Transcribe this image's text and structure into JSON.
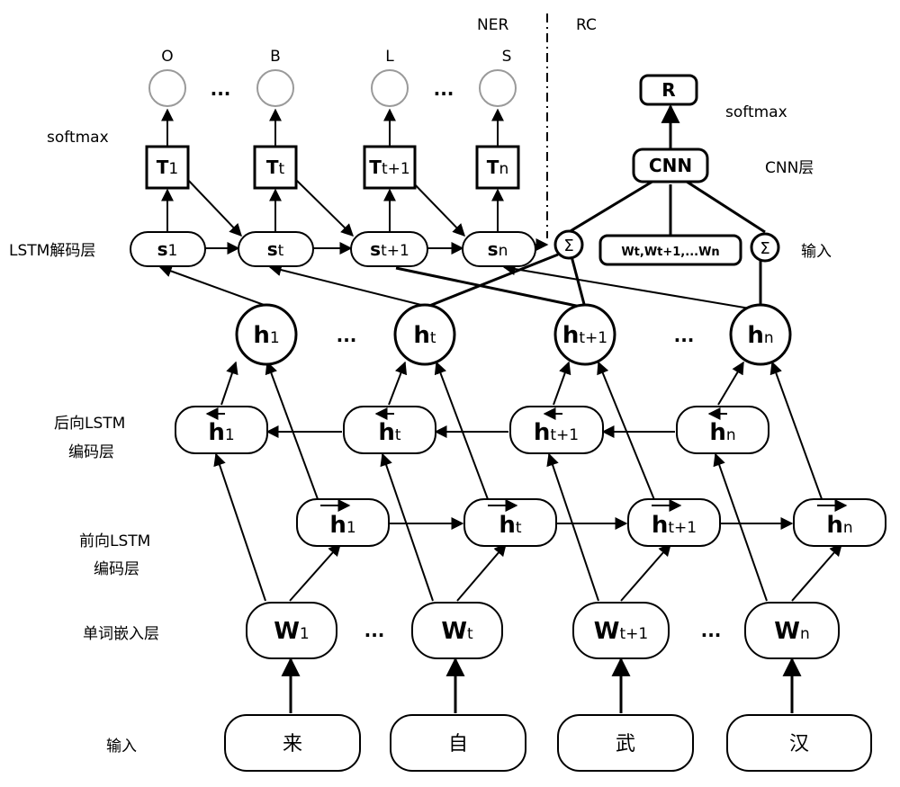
{
  "sections": {
    "left": "NER",
    "right": "RC"
  },
  "labels": {
    "softmax_left": "softmax",
    "softmax_right": "softmax",
    "cnn_layer": "CNN层",
    "lstm_decoder": "LSTM解码层",
    "rc_input": "输入",
    "backward_line1": "后向LSTM",
    "backward_line2": "编码层",
    "forward_line1": "前向LSTM",
    "forward_line2": "编码层",
    "embedding": "单词嵌入层",
    "input": "输入"
  },
  "tags": [
    "O",
    "B",
    "L",
    "S"
  ],
  "ellipsis": "...",
  "T_nodes": [
    {
      "main": "T",
      "sub": "1"
    },
    {
      "main": "T",
      "sub": "t"
    },
    {
      "main": "T",
      "sub": "t+1"
    },
    {
      "main": "T",
      "sub": "n"
    }
  ],
  "S_nodes": [
    {
      "main": "s",
      "sub": "1"
    },
    {
      "main": "s",
      "sub": "t"
    },
    {
      "main": "s",
      "sub": "t+1"
    },
    {
      "main": "s",
      "sub": "n"
    }
  ],
  "h_nodes": [
    {
      "main": "h",
      "sub": "1"
    },
    {
      "main": "h",
      "sub": "t"
    },
    {
      "main": "h",
      "sub": "t+1"
    },
    {
      "main": "h",
      "sub": "n"
    }
  ],
  "back_nodes": [
    {
      "main": "h",
      "sub": "1"
    },
    {
      "main": "h",
      "sub": "t"
    },
    {
      "main": "h",
      "sub": "t+1"
    },
    {
      "main": "h",
      "sub": "n"
    }
  ],
  "fwd_nodes": [
    {
      "main": "h",
      "sub": "1"
    },
    {
      "main": "h",
      "sub": "t"
    },
    {
      "main": "h",
      "sub": "t+1"
    },
    {
      "main": "h",
      "sub": "n"
    }
  ],
  "w_nodes": [
    {
      "main": "W",
      "sub": "1"
    },
    {
      "main": "W",
      "sub": "t"
    },
    {
      "main": "W",
      "sub": "t+1"
    },
    {
      "main": "W",
      "sub": "n"
    }
  ],
  "chars": [
    "来",
    "自",
    "武",
    "汉"
  ],
  "rc": {
    "R": "R",
    "CNN": "CNN",
    "sum": "Σ",
    "window": "Wt,Wt+1,...Wn"
  }
}
